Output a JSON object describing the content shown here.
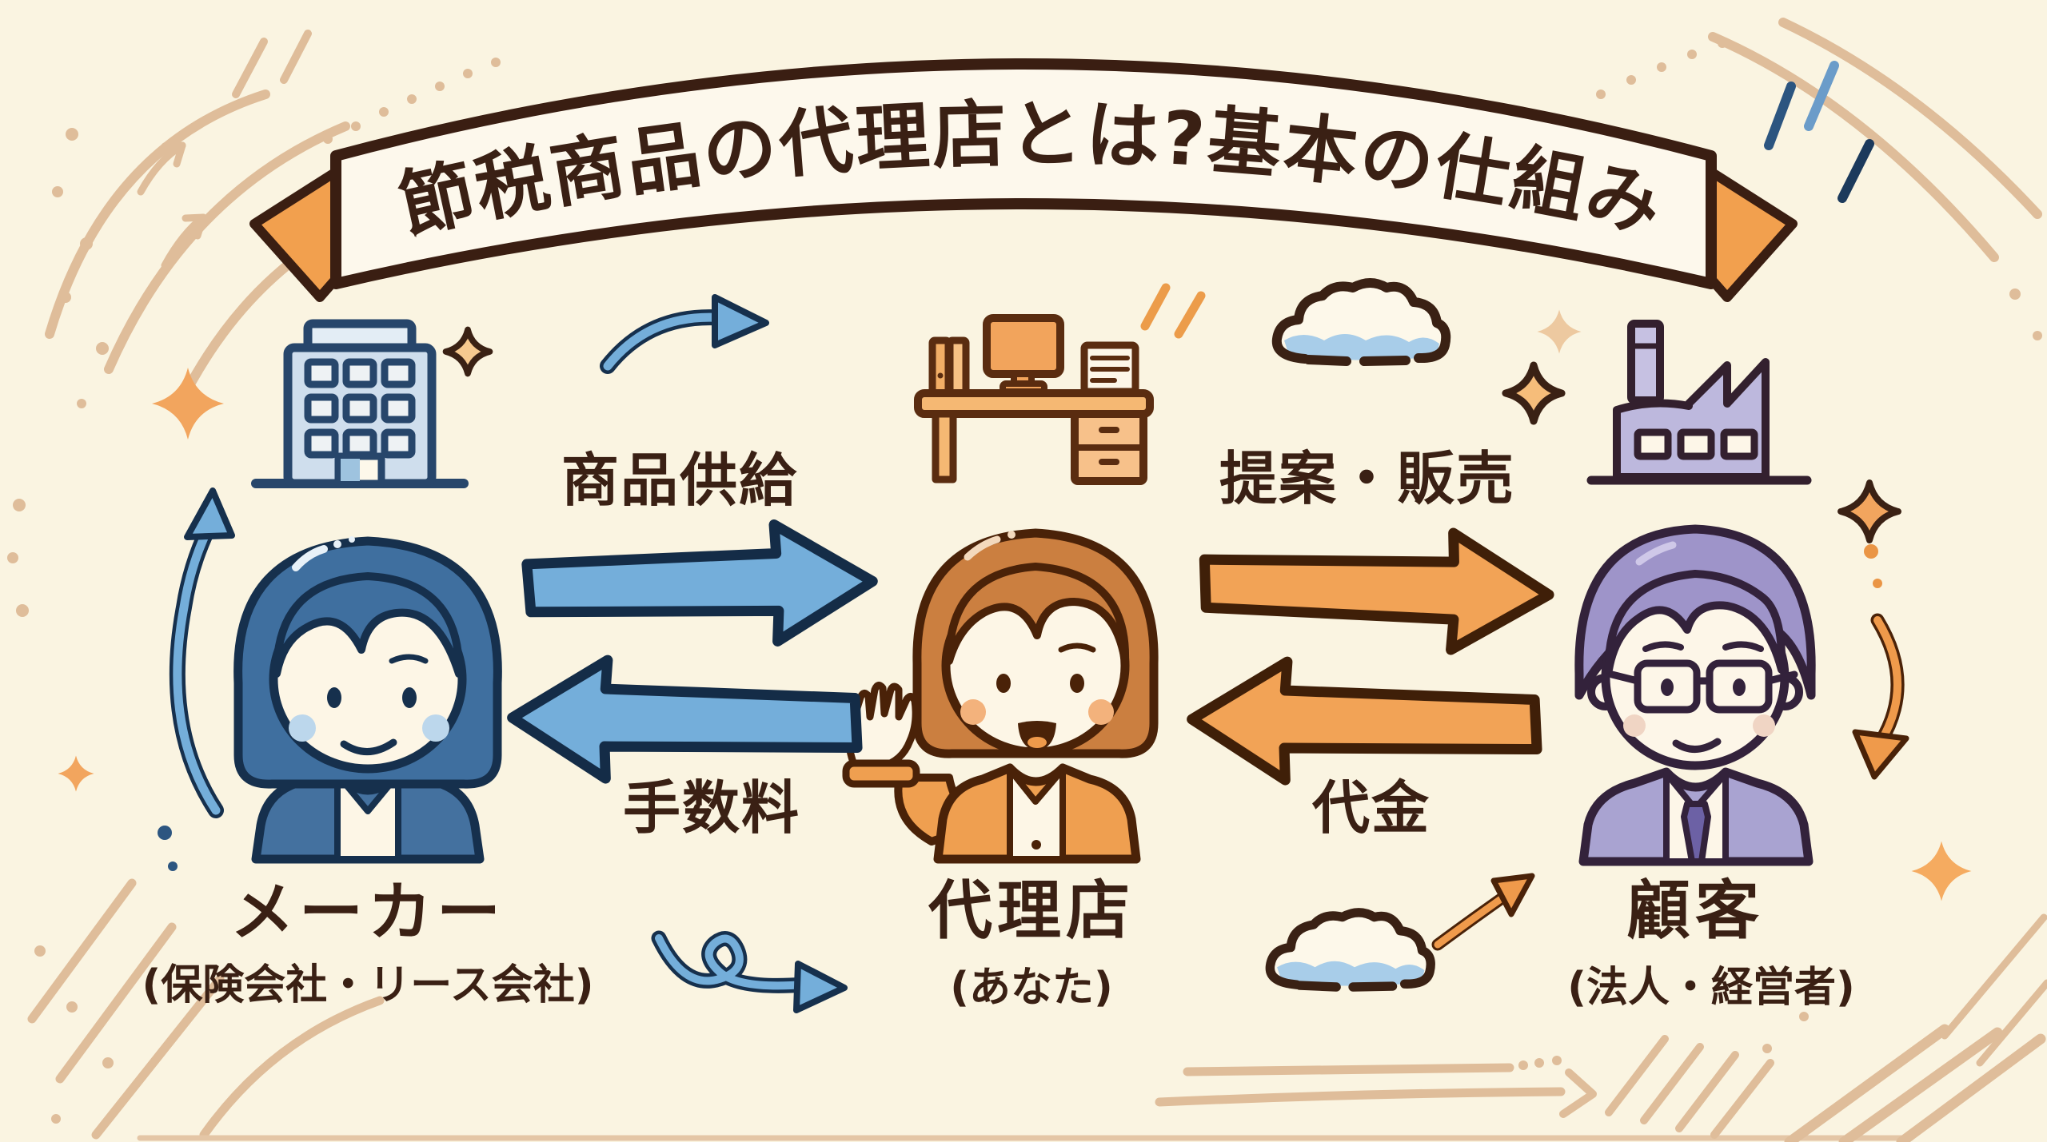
{
  "banner": {
    "title": "節税商品の代理店とは?基本の仕組み"
  },
  "actors": {
    "maker": {
      "name": "メーカー",
      "subtitle": "(保険会社・リース会社)",
      "icon": "office-building-icon",
      "theme_color": "#4a7aa8"
    },
    "agency": {
      "name": "代理店",
      "subtitle": "(あなた)",
      "icon": "desk-icon",
      "theme_color": "#ef9f50"
    },
    "customer": {
      "name": "顧客",
      "subtitle": "(法人・経営者)",
      "icon": "factory-icon",
      "theme_color": "#a9a3d1"
    }
  },
  "flows": [
    {
      "id": "supply",
      "label": "商品供給",
      "from": "maker",
      "to": "agency",
      "arrow_color": "#74aeda"
    },
    {
      "id": "commission",
      "label": "手数料",
      "from": "agency",
      "to": "maker",
      "arrow_color": "#74aeda"
    },
    {
      "id": "sales",
      "label": "提案・販売",
      "from": "agency",
      "to": "customer",
      "arrow_color": "#f2a356"
    },
    {
      "id": "payment",
      "label": "代金",
      "from": "customer",
      "to": "agency",
      "arrow_color": "#f2a356"
    }
  ],
  "colors": {
    "background": "#faf4e1",
    "outline_brown": "#3a2014",
    "arrow_blue": "#74aeda",
    "arrow_blue_outline": "#16304d",
    "arrow_orange": "#f2a356",
    "arrow_orange_outline": "#4a2208",
    "ribbon_fill": "#fdf8ec",
    "ribbon_fold": "#f2a04e",
    "decor_tan": "#dfbd9a",
    "cloud_blue": "#a8cde9"
  }
}
